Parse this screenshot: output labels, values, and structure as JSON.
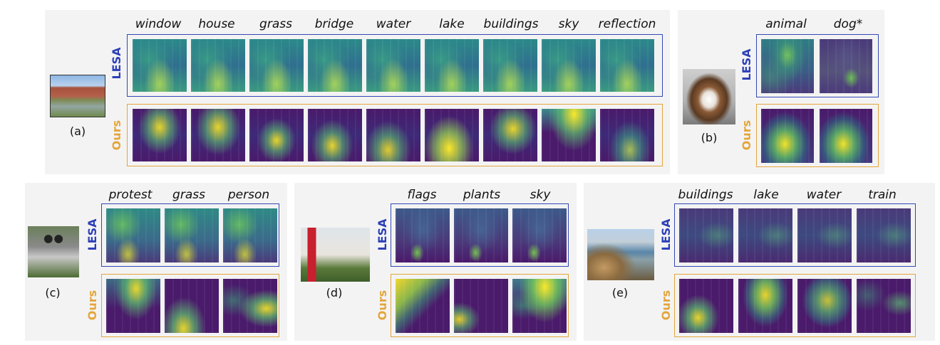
{
  "labels": {
    "lesa": "LESA",
    "ours": "Ours"
  },
  "colors": {
    "lesa_border": "#3347b4",
    "ours_border": "#e3a53b",
    "heat_low": "#44116e",
    "heat_mid": "#21918c",
    "heat_high": "#fde725"
  },
  "panels": {
    "a": {
      "caption": "(a)",
      "words": [
        "window",
        "house",
        "grass",
        "bridge",
        "water",
        "lake",
        "buildings",
        "sky",
        "reflection"
      ]
    },
    "b": {
      "caption": "(b)",
      "words": [
        "animal",
        "dog*"
      ]
    },
    "c": {
      "caption": "(c)",
      "words": [
        "protest",
        "grass",
        "person"
      ]
    },
    "d": {
      "caption": "(d)",
      "words": [
        "flags",
        "plants",
        "sky"
      ]
    },
    "e": {
      "caption": "(e)",
      "words": [
        "buildings",
        "lake",
        "water",
        "train"
      ]
    }
  }
}
